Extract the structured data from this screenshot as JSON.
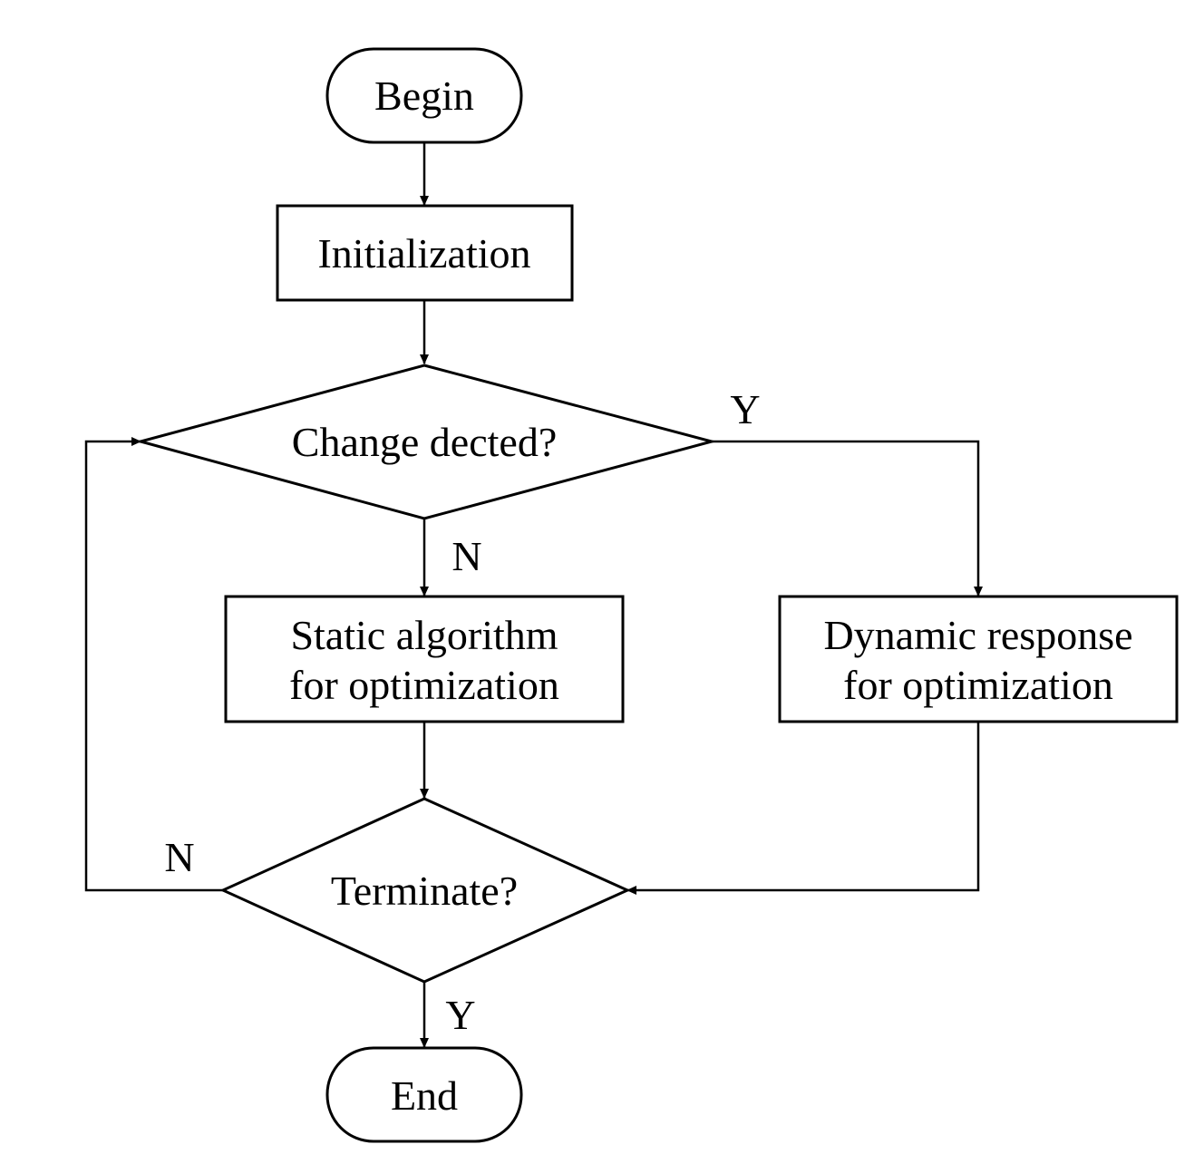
{
  "nodes": {
    "begin": "Begin",
    "initialization": "Initialization",
    "change_detected": "Change dected?",
    "static_line1": "Static algorithm",
    "static_line2": "for optimization",
    "dynamic_line1": "Dynamic response",
    "dynamic_line2": "for optimization",
    "terminate": "Terminate?",
    "end": "End"
  },
  "edge_labels": {
    "change_yes": "Y",
    "change_no": "N",
    "terminate_no": "N",
    "terminate_yes": "Y"
  },
  "colors": {
    "stroke": "#000000",
    "background": "#ffffff"
  }
}
